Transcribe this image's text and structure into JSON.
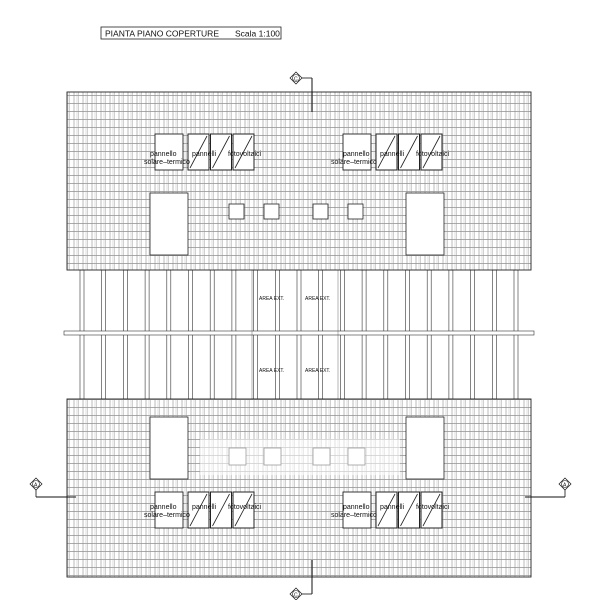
{
  "title_block": {
    "title": "PIANTA PIANO COPERTURE",
    "scale": "Scala 1:100"
  },
  "roofs": [
    {
      "id": "north",
      "panel_groups": [
        {
          "label_panel": "pannello",
          "label_panels": "pannelli",
          "label_pv": "fotovoltaici",
          "label_solar": "solare–termico"
        },
        {
          "label_panel": "pannello",
          "label_panels": "pannelli",
          "label_pv": "fotovoltaici",
          "label_solar": "solare–termico"
        }
      ]
    },
    {
      "id": "south",
      "panel_groups": [
        {
          "label_panel": "pannello",
          "label_panels": "pannelli",
          "label_pv": "fotovoltaici",
          "label_solar": "solare–termico"
        },
        {
          "label_panel": "pannello",
          "label_panels": "pannelli",
          "label_pv": "fotovoltaici",
          "label_solar": "solare–termico"
        }
      ]
    }
  ],
  "areas": [
    {
      "label": "AREA EXT."
    },
    {
      "label": "AREA EXT."
    },
    {
      "label": "AREA EXT."
    },
    {
      "label": "AREA EXT."
    }
  ],
  "section_markers": [
    {
      "label": "C"
    },
    {
      "label": "C"
    },
    {
      "label": "A"
    },
    {
      "label": "A"
    }
  ]
}
